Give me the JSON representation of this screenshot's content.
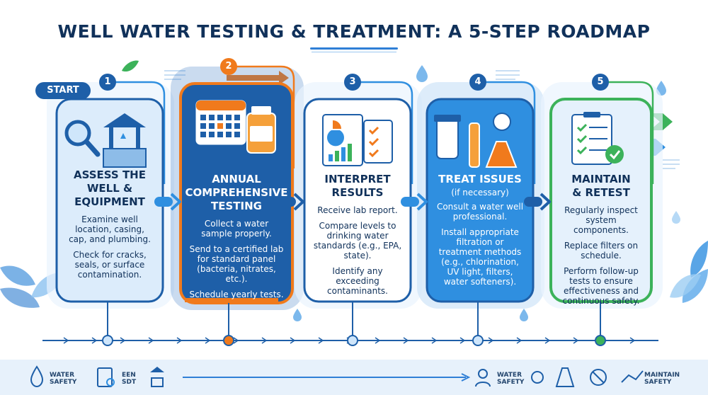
{
  "title": "WELL WATER TESTING & TREATMENT: A 5-STEP ROADMAP",
  "start_label": "START",
  "colors": {
    "navy": "#10315a",
    "blue": "#1e5fa8",
    "bright_blue": "#2f8fe0",
    "orange": "#f07a1c",
    "green": "#3cb25a",
    "light_blue": "#dcecfb"
  },
  "steps": [
    {
      "number": "1",
      "title": "ASSESS THE\nWELL &\nEQUIPMENT",
      "subtitle": "",
      "body": [
        "Examine well location, casing, cap, and plumbing.",
        "Check for cracks, seals, or surface contamination."
      ],
      "icons": [
        "magnifier-icon",
        "well-icon"
      ]
    },
    {
      "number": "2",
      "title": "ANNUAL\nCOMPREHENSIVE\nTESTING",
      "subtitle": "",
      "body": [
        "Collect a water sample properly.",
        "Send to a certified lab for standard panel (bacteria, nitrates, etc.).",
        "Schedule yearly tests."
      ],
      "icons": [
        "calendar-icon",
        "sample-bottle-icon"
      ]
    },
    {
      "number": "3",
      "title": "INTERPRET\nRESULTS",
      "subtitle": "",
      "body": [
        "Receive lab report.",
        "Compare levels to drinking water standards (e.g., EPA, state).",
        "Identify any exceeding contaminants."
      ],
      "icons": [
        "report-icon",
        "checklist-icon"
      ]
    },
    {
      "number": "4",
      "title": "TREAT ISSUES",
      "subtitle": "(if necessary)",
      "body": [
        "Consult a water well professional.",
        "Install appropriate filtration or treatment methods (e.g., chlorination, UV light, filters, water softeners)."
      ],
      "icons": [
        "filter-icon",
        "uv-lamp-icon",
        "flask-icon"
      ]
    },
    {
      "number": "5",
      "title": "MAINTAIN\n& RETEST",
      "subtitle": "",
      "body": [
        "Regularly inspect system components.",
        "Replace filters on schedule.",
        "Perform follow-up tests to ensure effectiveness and continuous safety."
      ],
      "icons": [
        "clipboard-check-icon",
        "arrows-icon"
      ]
    }
  ],
  "footer": {
    "left": [
      {
        "icon": "water-drop-icon",
        "label": "WATER\nSAFETY"
      },
      {
        "icon": "clipboard-search-icon",
        "label": "EEN\nSDT"
      },
      {
        "icon": "well-icon",
        "label": ""
      }
    ],
    "right": [
      {
        "icon": "technician-icon",
        "label": "WATER\nSAFETY"
      },
      {
        "icon": "uv-icon",
        "label": ""
      },
      {
        "icon": "flask-icon",
        "label": ""
      },
      {
        "icon": "no-contamination-icon",
        "label": ""
      },
      {
        "icon": "repair-hand-icon",
        "label": "MAINTAIN\nSAFETY"
      }
    ]
  }
}
